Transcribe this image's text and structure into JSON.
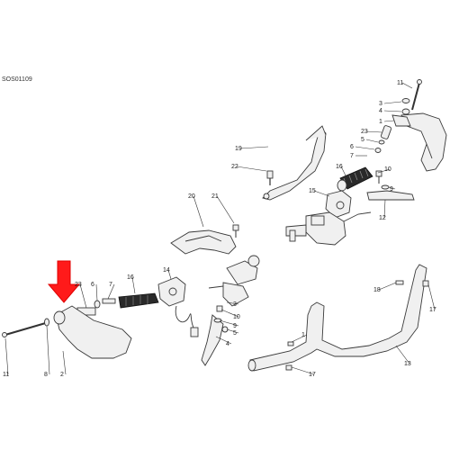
{
  "diagram_code": "SOS01109",
  "callouts": [
    "11",
    "3",
    "4",
    "1",
    "23",
    "5",
    "6",
    "19",
    "16",
    "7",
    "22",
    "10",
    "15",
    "12",
    "9",
    "20",
    "21",
    "18",
    "14",
    "16",
    "6",
    "7",
    "23",
    "17",
    "3",
    "10",
    "9",
    "5",
    "4",
    "8",
    "2",
    "11",
    "13",
    "17",
    "1"
  ],
  "highlight_arrow": {
    "color": "#ff1a1a",
    "icon": "down-arrow-icon"
  },
  "colors": {
    "line": "#3a3a3a",
    "fill": "#f0f0f0",
    "grip": "#2a2a2a"
  }
}
